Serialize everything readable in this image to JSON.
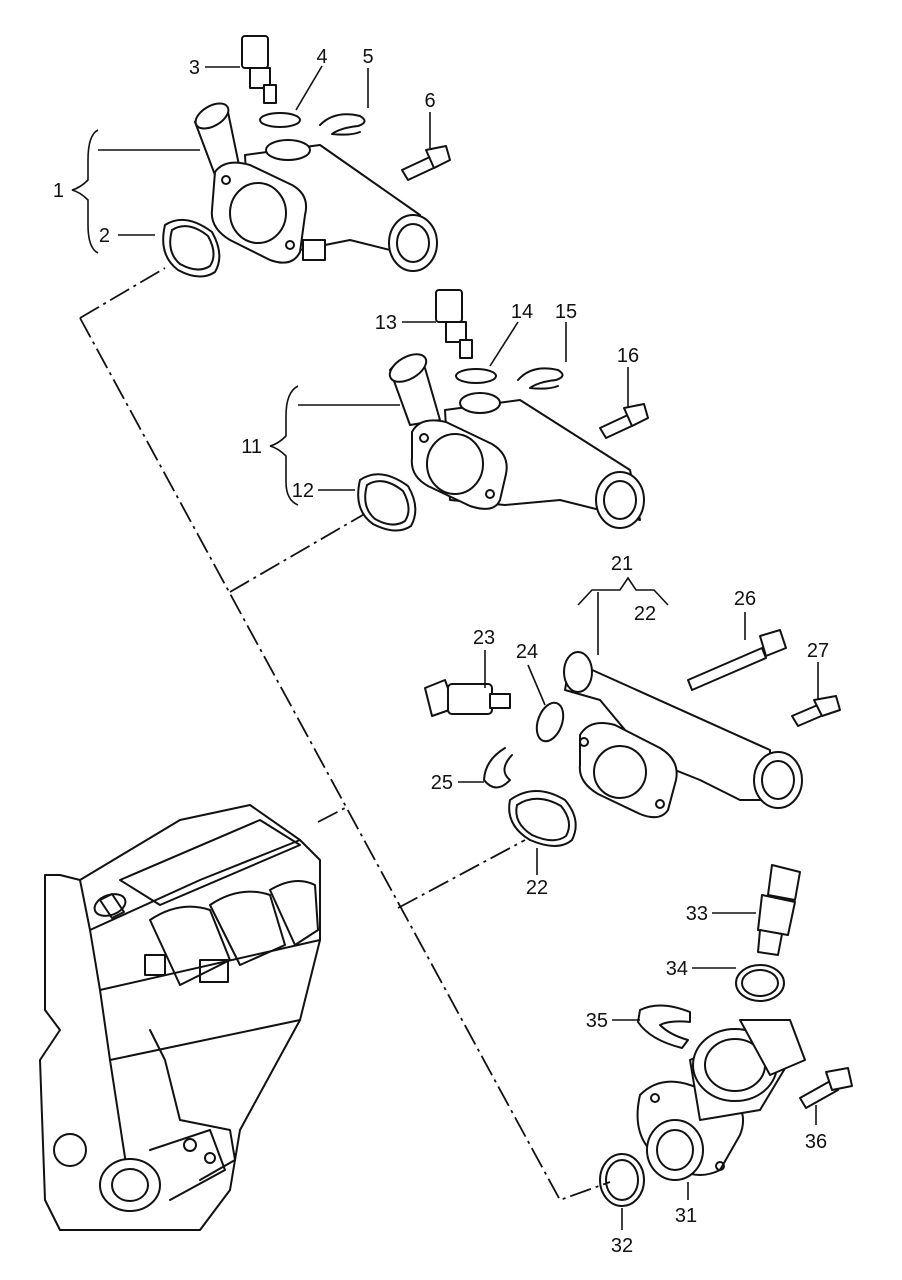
{
  "colors": {
    "highlight": "#F2C300",
    "line": "#111111",
    "background": "#FFFFFF"
  },
  "labels": {
    "l1": "1",
    "l2": "2",
    "l3": "3",
    "l4": "4",
    "l5": "5",
    "l6": "6",
    "l11": "11",
    "l12": "12",
    "l13": "13",
    "l14": "14",
    "l15": "15",
    "l16": "16",
    "l21": "21",
    "l22a": "22",
    "l22b": "22",
    "l23": "23",
    "l24": "24",
    "l25": "25",
    "l26": "26",
    "l27": "27",
    "l31": "31",
    "l32": "32",
    "l33": "33",
    "l34": "34",
    "l35": "35",
    "l36": "36"
  }
}
